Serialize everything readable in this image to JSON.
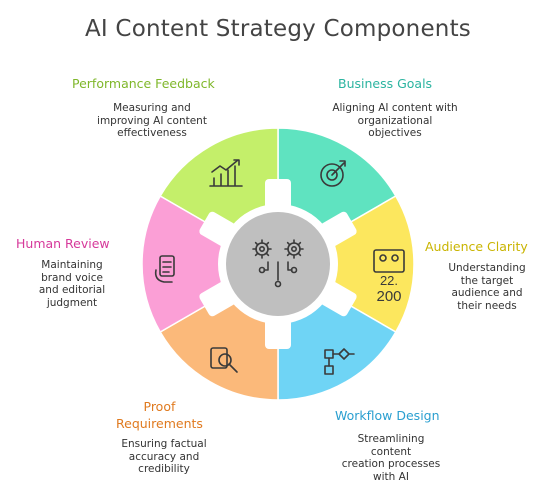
{
  "title": "AI Content Strategy Components",
  "segments": [
    {
      "id": "business-goals",
      "label": "Business Goals",
      "color": "#5fe3c0",
      "label_color": "#2bb4a0",
      "icon": "target-icon",
      "desc": [
        "Aligning AI content with",
        "organizational",
        "objectives"
      ]
    },
    {
      "id": "audience-clarity",
      "label": "Audience Clarity",
      "color": "#fce75e",
      "label_color": "#c9b400",
      "icon": "audience-icon",
      "desc": [
        "Understanding",
        "the target",
        "audience and",
        "their needs"
      ]
    },
    {
      "id": "workflow-design",
      "label": "Workflow Design",
      "color": "#6fd4f5",
      "label_color": "#2a9fd0",
      "icon": "workflow-icon",
      "desc": [
        "Streamlining",
        "content",
        "creation processes",
        "with AI"
      ]
    },
    {
      "id": "proof-requirements",
      "label_lines": [
        "Proof",
        "Requirements"
      ],
      "color": "#fbb97a",
      "label_color": "#e07a1f",
      "icon": "magnifier-document-icon",
      "desc": [
        "Ensuring factual",
        "accuracy and",
        "credibility"
      ]
    },
    {
      "id": "human-review",
      "label": "Human Review",
      "color": "#fb9fd6",
      "label_color": "#d6399a",
      "icon": "checklist-hand-icon",
      "desc": [
        "Maintaining",
        "brand voice",
        "and editorial",
        "judgment"
      ]
    },
    {
      "id": "performance-feedback",
      "label": "Performance Feedback",
      "color": "#c4ef6a",
      "label_color": "#7fb72a",
      "icon": "growth-chart-icon",
      "desc": [
        "Measuring and",
        "improving AI content",
        "effectiveness"
      ]
    }
  ],
  "center": {
    "icon": "gears-network-icon",
    "color": "#bfbfbf"
  },
  "audience_icon_text": [
    "22.",
    "200"
  ]
}
